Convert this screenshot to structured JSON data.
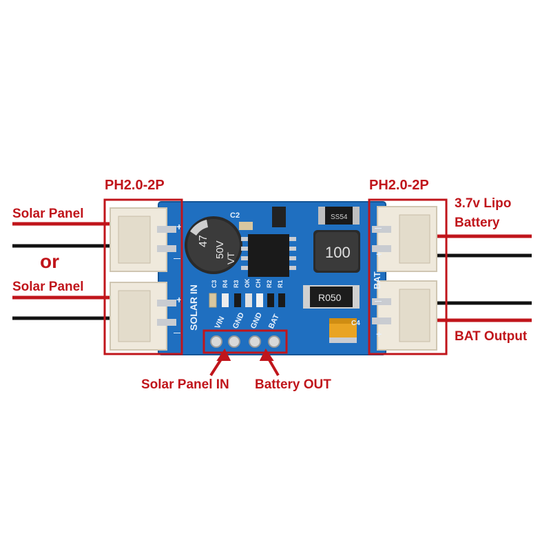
{
  "colors": {
    "annotation_red": "#c0151b",
    "pcb_blue": "#1f6fc0",
    "connector_white": "#efe9dc",
    "wire_black": "#111111"
  },
  "labels": {
    "left_connector_header": "PH2.0-2P",
    "right_connector_header": "PH2.0-2P",
    "solar_panel_top": "Solar Panel",
    "or_text": "or",
    "solar_panel_bottom": "Solar Panel",
    "lipo_line1": "3.7v Lipo",
    "lipo_line2": "Battery",
    "bat_output": "BAT Output",
    "solar_panel_in": "Solar Panel IN",
    "battery_out": "Battery OUT"
  },
  "board": {
    "silk_solar_in": "SOLAR IN",
    "silk_bat": "BAT",
    "pin_labels": [
      "VIN",
      "GND",
      "GND",
      "BAT"
    ],
    "component_labels": [
      "C3",
      "R4",
      "R3",
      "OK",
      "CH",
      "R2",
      "R1"
    ],
    "cap_c2": "C2",
    "cap_c4": "C4",
    "electrolytic_line1": "47",
    "electrolytic_line2": "50V",
    "electrolytic_line3": "VT",
    "inductor_marking": "100",
    "resistor_marking": "R050",
    "diode_marking": "SS54",
    "plus": "+",
    "minus": "—"
  }
}
